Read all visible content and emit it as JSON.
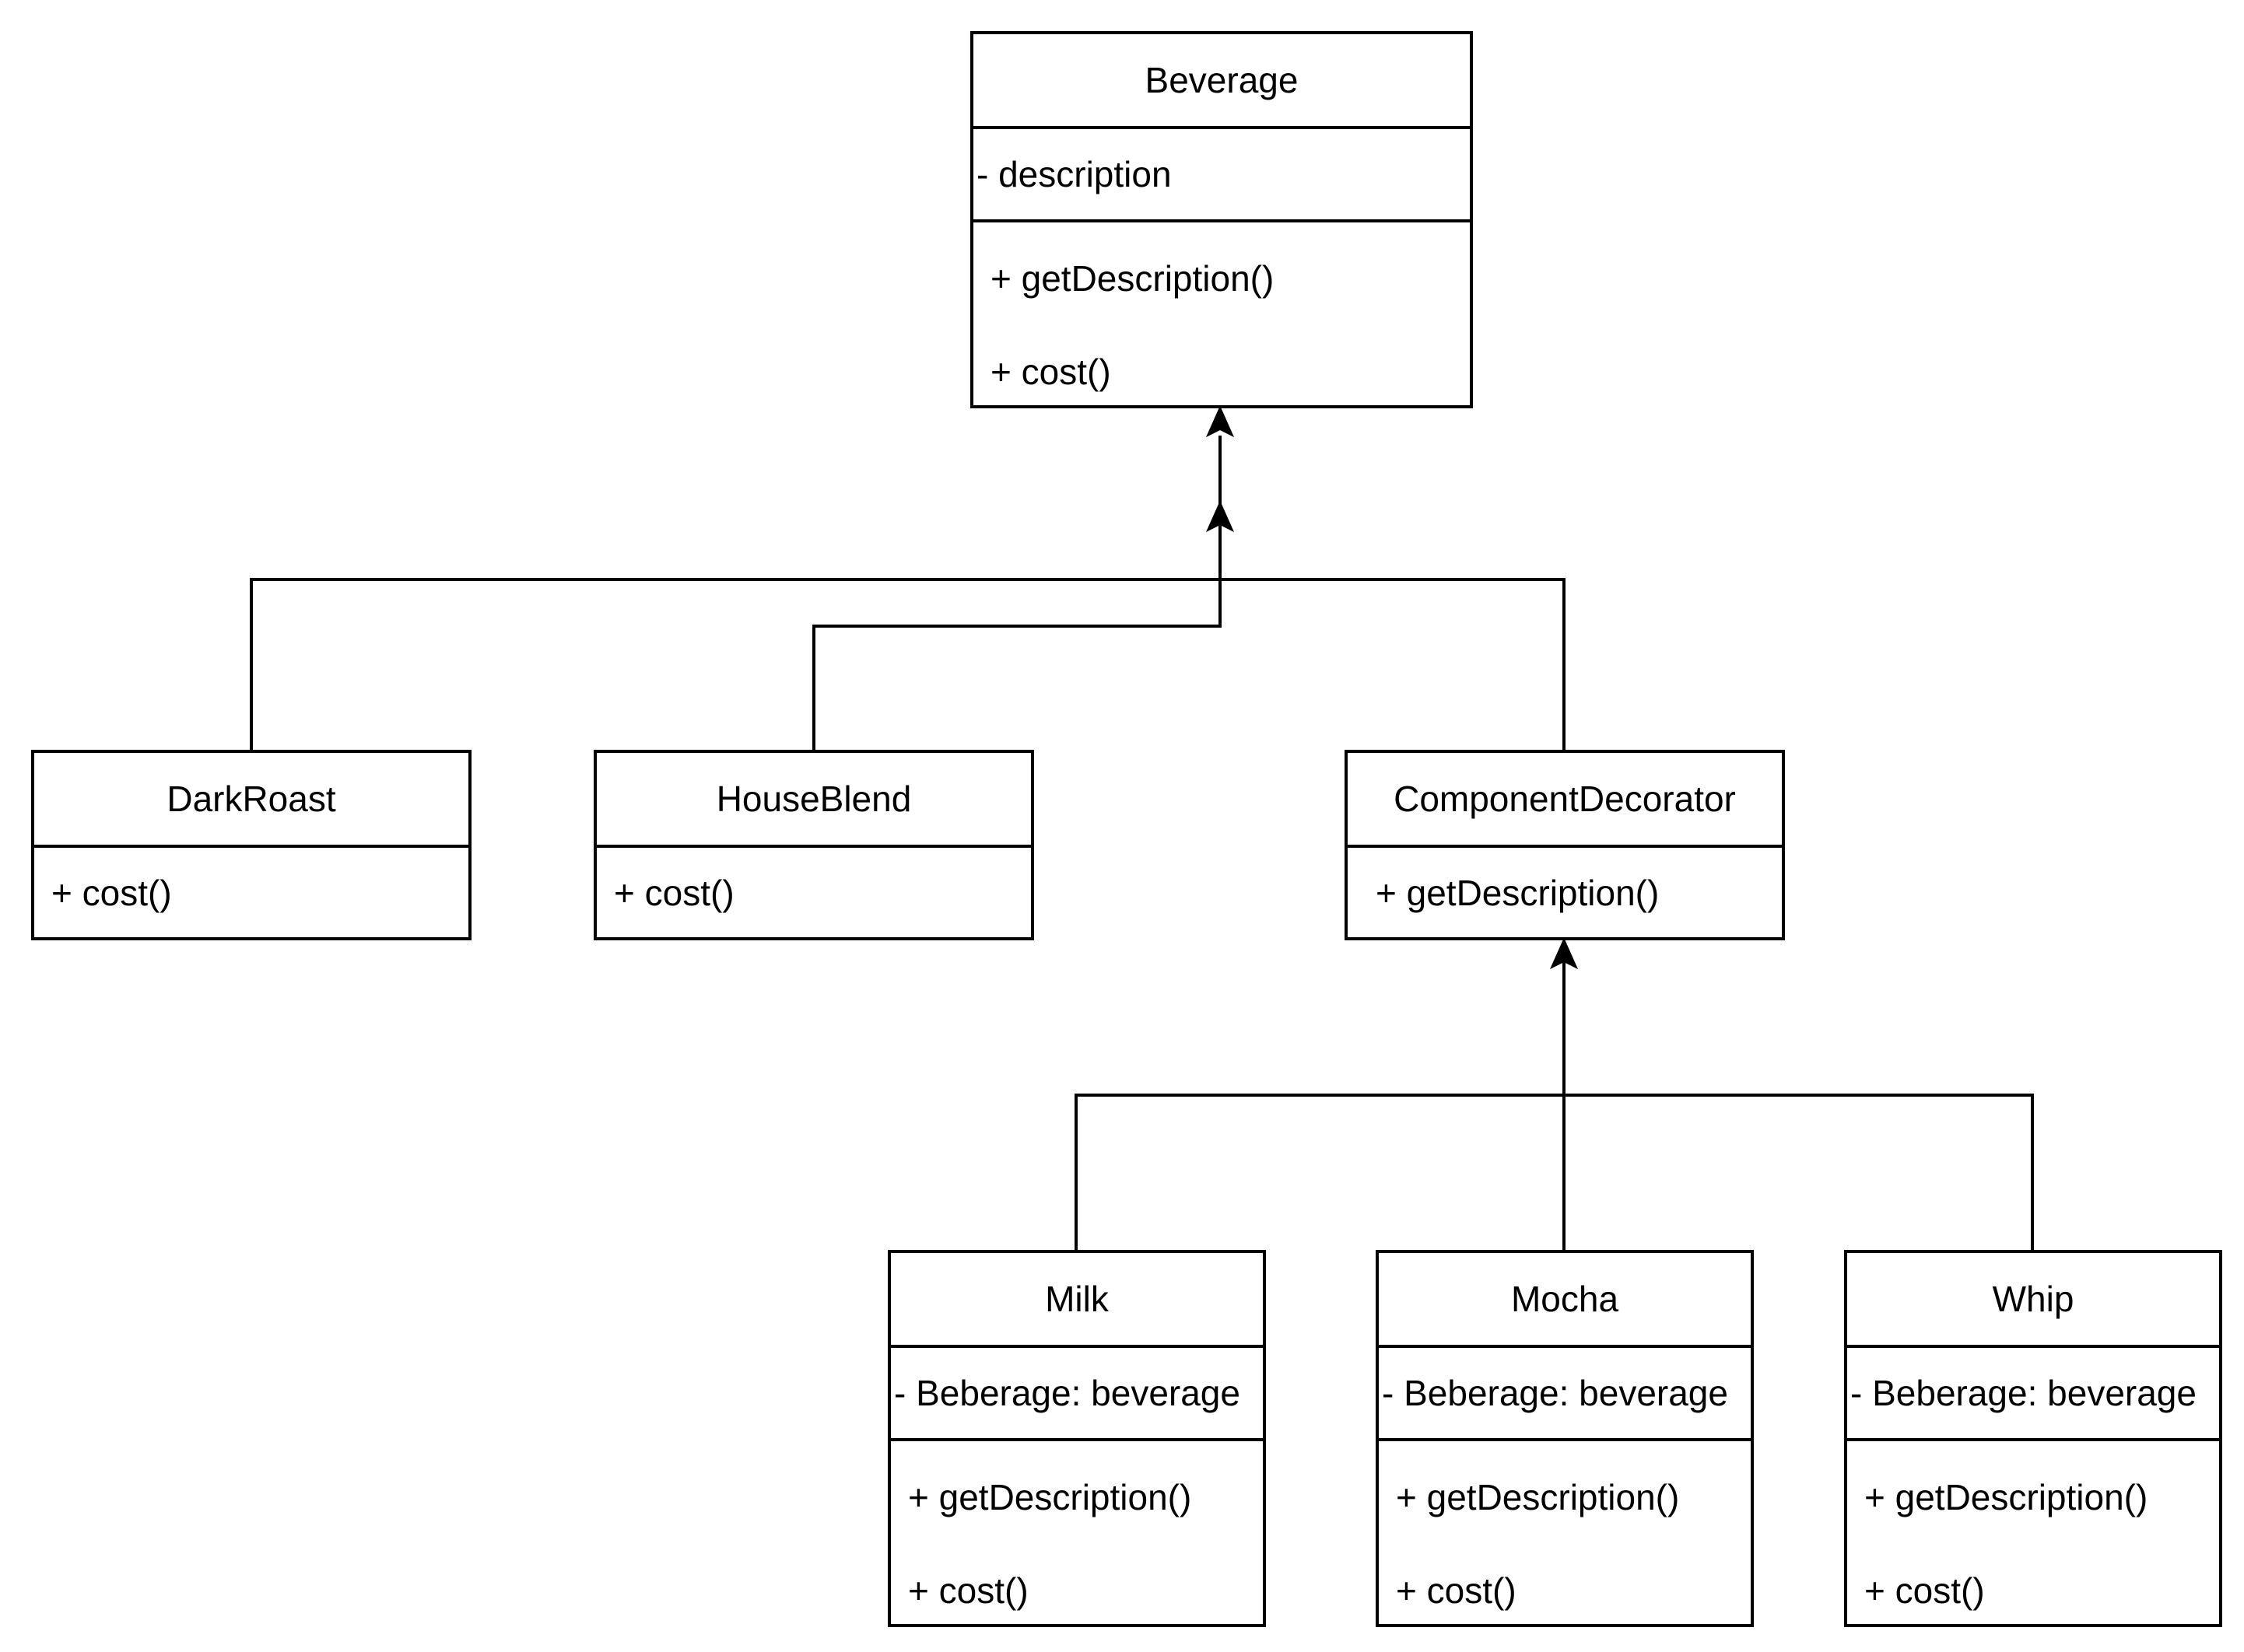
{
  "diagram": {
    "classes": [
      {
        "id": "beverage",
        "name": "Beverage",
        "attributes": [
          "- description"
        ],
        "methods": [
          "+ getDescription()",
          "+ cost()"
        ]
      },
      {
        "id": "darkroast",
        "name": "DarkRoast",
        "attributes": [],
        "methods": [
          "+ cost()"
        ]
      },
      {
        "id": "houseblend",
        "name": "HouseBlend",
        "attributes": [],
        "methods": [
          "+ cost()"
        ]
      },
      {
        "id": "componentdecorator",
        "name": "ComponentDecorator",
        "attributes": [],
        "methods": [
          "+ getDescription()"
        ]
      },
      {
        "id": "milk",
        "name": "Milk",
        "attributes": [
          "- Beberage: beverage"
        ],
        "methods": [
          "+ getDescription()",
          "+ cost()"
        ]
      },
      {
        "id": "mocha",
        "name": "Mocha",
        "attributes": [
          "- Beberage: beverage"
        ],
        "methods": [
          "+ getDescription()",
          "+ cost()"
        ]
      },
      {
        "id": "whip",
        "name": "Whip",
        "attributes": [
          "- Beberage: beverage"
        ],
        "methods": [
          "+ getDescription()",
          "+ cost()"
        ]
      }
    ],
    "relations": [
      {
        "from": "darkroast",
        "to": "beverage",
        "type": "inheritance"
      },
      {
        "from": "houseblend",
        "to": "beverage",
        "type": "inheritance"
      },
      {
        "from": "componentdecorator",
        "to": "beverage",
        "type": "inheritance"
      },
      {
        "from": "milk",
        "to": "componentdecorator",
        "type": "inheritance"
      },
      {
        "from": "mocha",
        "to": "componentdecorator",
        "type": "inheritance"
      },
      {
        "from": "whip",
        "to": "componentdecorator",
        "type": "inheritance"
      }
    ]
  }
}
